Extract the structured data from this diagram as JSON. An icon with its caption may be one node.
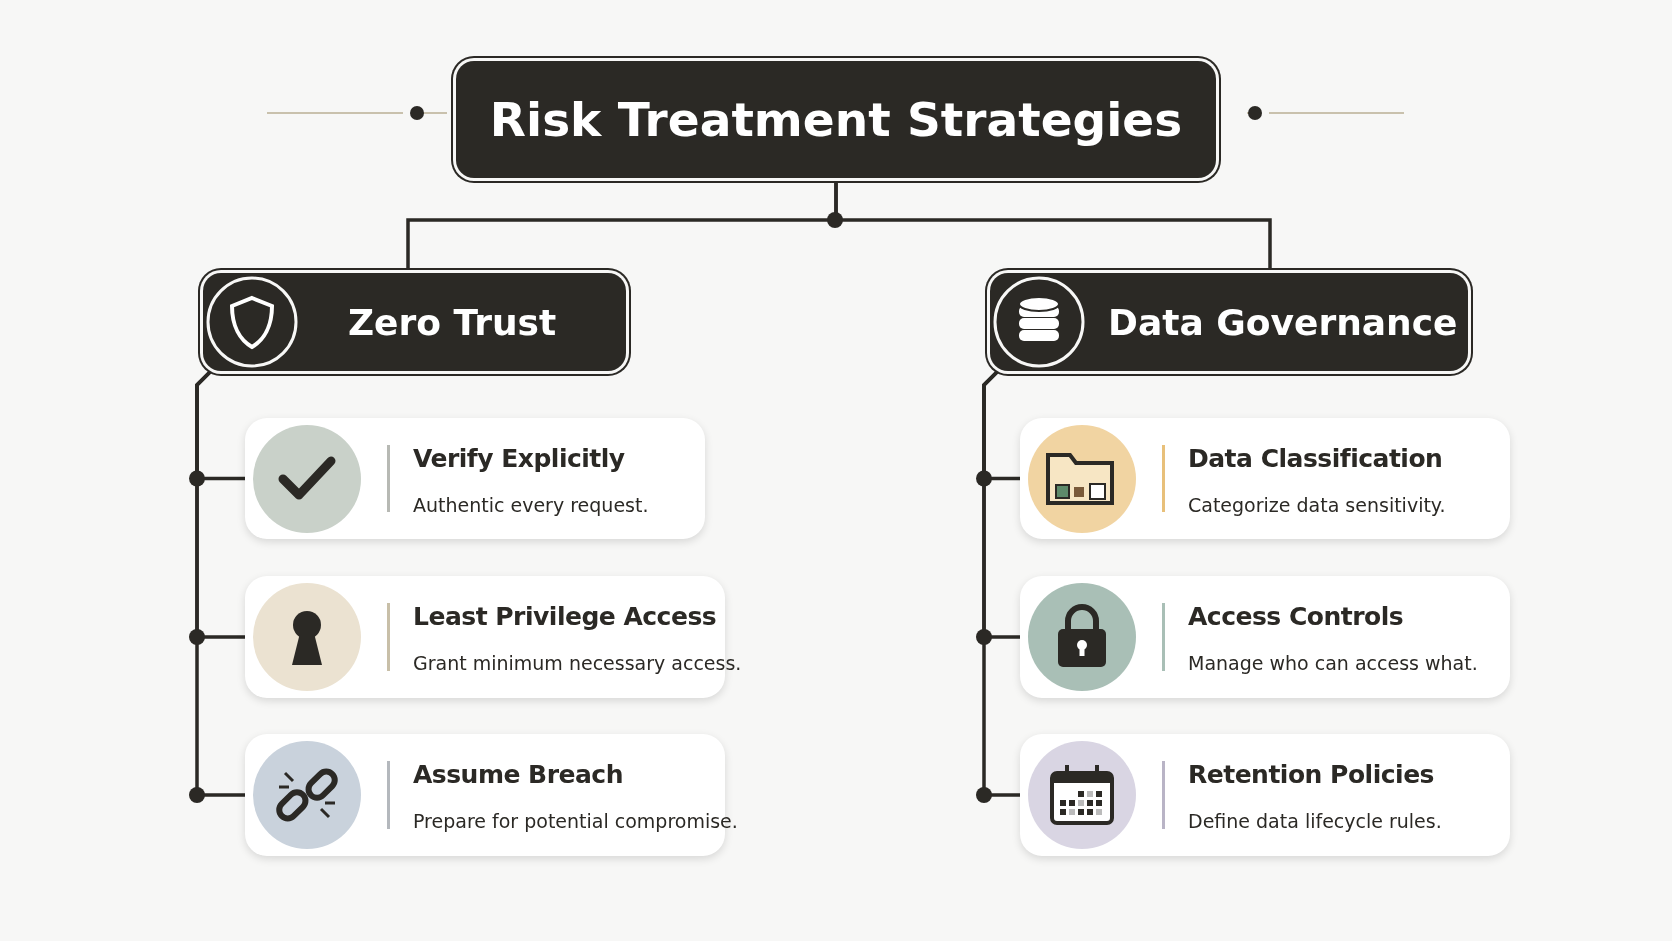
{
  "diagram": {
    "nodes": [
      {
        "text": [
          "Risk Treatment Strategies"
        ]
      },
      {
        "text": [
          "Zero Trust"
        ]
      },
      {
        "text": [
          "Data Governance"
        ]
      },
      {
        "text": [
          "Verify Explicitly",
          "Authentic every request."
        ]
      },
      {
        "text": [
          "Least Privilege Access",
          "Grant minimum necessary access."
        ]
      },
      {
        "text": [
          "Assume Breach",
          "Prepare for potential compromise."
        ]
      },
      {
        "text": [
          "Data Classification",
          "Categorize data sensitivity."
        ]
      },
      {
        "text": [
          "Access Controls",
          "Manage who can access what."
        ]
      },
      {
        "text": [
          "Retention Policies",
          "Define data lifecycle rules."
        ]
      }
    ],
    "edges": [
      {
        "from": 0,
        "to": 1,
        "arrow": "none"
      },
      {
        "from": 0,
        "to": 2,
        "arrow": "none"
      },
      {
        "from": 1,
        "to": 3,
        "arrow": "none"
      },
      {
        "from": 1,
        "to": 4,
        "arrow": "none"
      },
      {
        "from": 1,
        "to": 5,
        "arrow": "none"
      },
      {
        "from": 2,
        "to": 6,
        "arrow": "none"
      },
      {
        "from": 2,
        "to": 7,
        "arrow": "none"
      },
      {
        "from": 2,
        "to": 8,
        "arrow": "none"
      }
    ]
  }
}
